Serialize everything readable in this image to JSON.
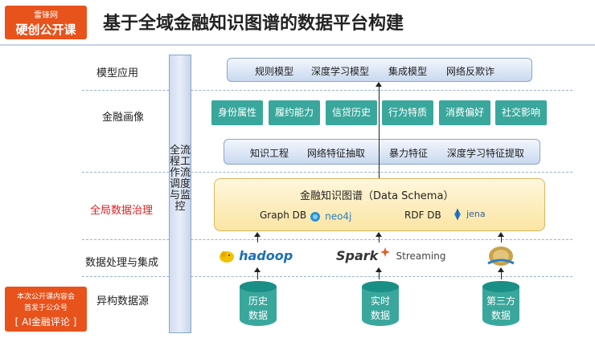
{
  "badge_top": {
    "line1": "雷锋网",
    "line2": "硬创公开课"
  },
  "title": "基于全域金融知识图谱的数据平台构建",
  "badge_bottom": {
    "line1": "本次公开课内容会",
    "line2": "首发于公众号",
    "line3": "[ AI金融评论 ]"
  },
  "rows": {
    "model": "模型应用",
    "portrait": "金融画像",
    "governance": "全局数据治理",
    "processing": "数据处理与集成",
    "sources": "异构数据源"
  },
  "vertical_bar": "全流程工作流调度与监控",
  "model_apps": [
    "规则模型",
    "深度学习模型",
    "集成模型",
    "网络反欺诈"
  ],
  "portrait_tiles": [
    "身份属性",
    "履约能力",
    "信贷历史",
    "行为特质",
    "消费偏好",
    "社交影响"
  ],
  "features": [
    "知识工程",
    "网络特征抽取",
    "暴力特征",
    "深度学习特征提取"
  ],
  "kg": {
    "title": "金融知识图谱（Data Schema）",
    "graph_db": "Graph DB",
    "neo4j": "neo4j",
    "rdf_db": "RDF DB",
    "jena": "jena"
  },
  "processing": {
    "hadoop": "hadoop",
    "spark": "Spark",
    "streaming": "Streaming"
  },
  "sources": [
    {
      "line1": "历史",
      "line2": "数据"
    },
    {
      "line1": "实时",
      "line2": "数据"
    },
    {
      "line1": "第三方",
      "line2": "数据"
    }
  ]
}
